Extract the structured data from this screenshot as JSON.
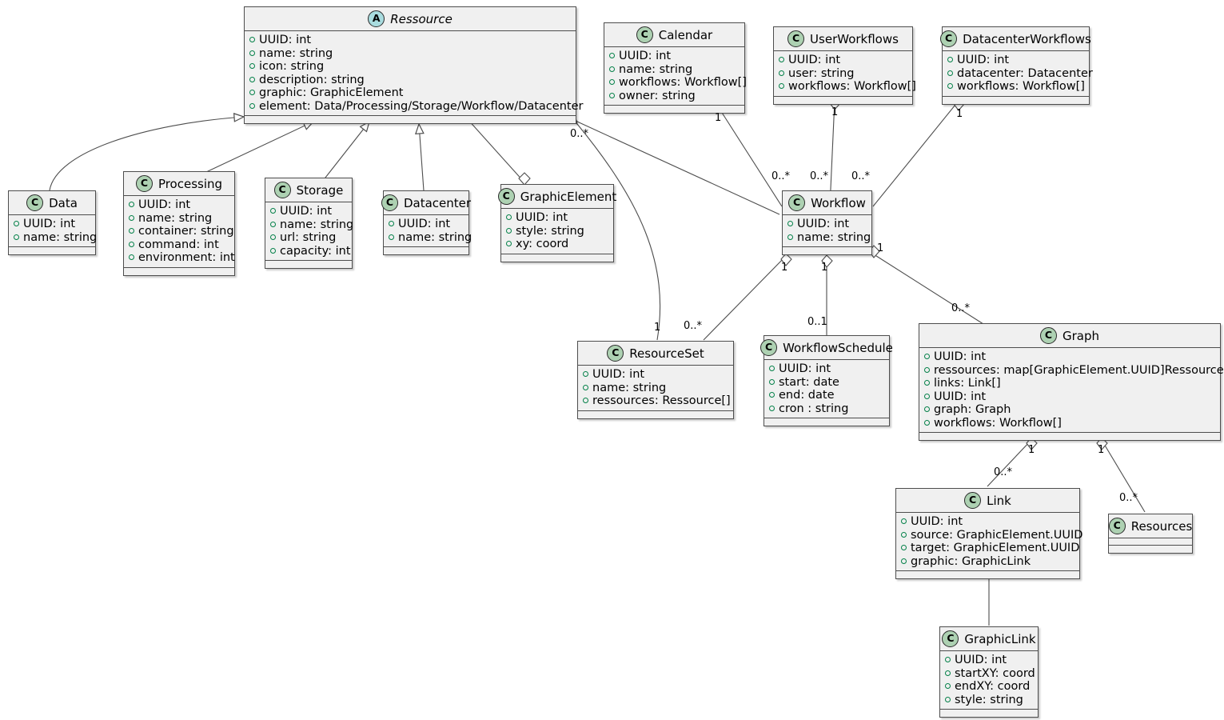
{
  "diagram": {
    "title": "Ressource class diagram",
    "type": "uml-class-diagram",
    "background": "#ffffff",
    "class_fill": "#f0f0f0",
    "class_border": "#4d4d4d",
    "class_icon_color": "#add1b2",
    "abstract_icon_color": "#a9dcdf",
    "attr_bullet_color": "#038048"
  },
  "classes": [
    {
      "id": "ressource",
      "name": "Ressource",
      "stereotype": "A",
      "abstract": true,
      "attributes": [
        "UUID: int",
        "name: string",
        "icon: string",
        "description: string",
        "graphic: GraphicElement",
        "element: Data/Processing/Storage/Workflow/Datacenter"
      ]
    },
    {
      "id": "calendar",
      "name": "Calendar",
      "stereotype": "C",
      "abstract": false,
      "attributes": [
        "UUID: int",
        "name: string",
        "workflows: Workflow[]",
        "owner: string"
      ]
    },
    {
      "id": "userworkflows",
      "name": "UserWorkflows",
      "stereotype": "C",
      "abstract": false,
      "attributes": [
        "UUID: int",
        "user: string",
        "workflows: Workflow[]"
      ]
    },
    {
      "id": "datacenterworkflows",
      "name": "DatacenterWorkflows",
      "stereotype": "C",
      "abstract": false,
      "attributes": [
        "UUID: int",
        "datacenter: Datacenter",
        "workflows: Workflow[]"
      ]
    },
    {
      "id": "data",
      "name": "Data",
      "stereotype": "C",
      "abstract": false,
      "attributes": [
        "UUID: int",
        "name: string"
      ]
    },
    {
      "id": "processing",
      "name": "Processing",
      "stereotype": "C",
      "abstract": false,
      "attributes": [
        "UUID: int",
        "name: string",
        "container: string",
        "command: int",
        "environment: int"
      ]
    },
    {
      "id": "storage",
      "name": "Storage",
      "stereotype": "C",
      "abstract": false,
      "attributes": [
        "UUID: int",
        "name: string",
        "url: string",
        "capacity: int"
      ]
    },
    {
      "id": "datacenter",
      "name": "Datacenter",
      "stereotype": "C",
      "abstract": false,
      "attributes": [
        "UUID: int",
        "name: string"
      ]
    },
    {
      "id": "graphicelement",
      "name": "GraphicElement",
      "stereotype": "C",
      "abstract": false,
      "attributes": [
        "UUID: int",
        "style: string",
        "xy: coord"
      ]
    },
    {
      "id": "workflow",
      "name": "Workflow",
      "stereotype": "C",
      "abstract": false,
      "attributes": [
        "UUID: int",
        "name: string"
      ]
    },
    {
      "id": "resourceset",
      "name": "ResourceSet",
      "stereotype": "C",
      "abstract": false,
      "attributes": [
        "UUID: int",
        "name: string",
        "ressources: Ressource[]"
      ]
    },
    {
      "id": "workflowschedule",
      "name": "WorkflowSchedule",
      "stereotype": "C",
      "abstract": false,
      "attributes": [
        "UUID: int",
        "start: date",
        "end: date",
        "cron : string"
      ]
    },
    {
      "id": "graph",
      "name": "Graph",
      "stereotype": "C",
      "abstract": false,
      "attributes": [
        "UUID: int",
        "ressources: map[GraphicElement.UUID]Ressource",
        "links: Link[]",
        "UUID: int",
        "graph: Graph",
        "workflows: Workflow[]"
      ]
    },
    {
      "id": "link",
      "name": "Link",
      "stereotype": "C",
      "abstract": false,
      "attributes": [
        "UUID: int",
        "source: GraphicElement.UUID",
        "target: GraphicElement.UUID",
        "graphic: GraphicLink"
      ]
    },
    {
      "id": "resources",
      "name": "Resources",
      "stereotype": "C",
      "abstract": false,
      "attributes": []
    },
    {
      "id": "graphiclink",
      "name": "GraphicLink",
      "stereotype": "C",
      "abstract": false,
      "attributes": [
        "UUID: int",
        "startXY: coord",
        "endXY: coord",
        "style: string"
      ]
    }
  ],
  "multiplicities": {
    "ressource_to_workflow": "0..*",
    "ressource_to_resourceset": "0..*",
    "calendar_end": "1",
    "userworkflows_end": "1",
    "datacenterworkflows_end": "1",
    "workflow_from_calendar": "0..*",
    "workflow_from_userworkflows": "0..*",
    "workflow_from_datacenterworkflows": "0..*",
    "workflow_to_resourceset_one": "1",
    "workflow_to_schedule_one": "1",
    "workflow_to_graph_one": "1",
    "resourceset_end": "1",
    "resourceset_many": "0..*",
    "schedule_end": "0..1",
    "graph_end": "0..*",
    "graph_to_link_one": "1",
    "graph_to_resources_one": "1",
    "link_end": "0..*",
    "resources_end": "0..*"
  }
}
